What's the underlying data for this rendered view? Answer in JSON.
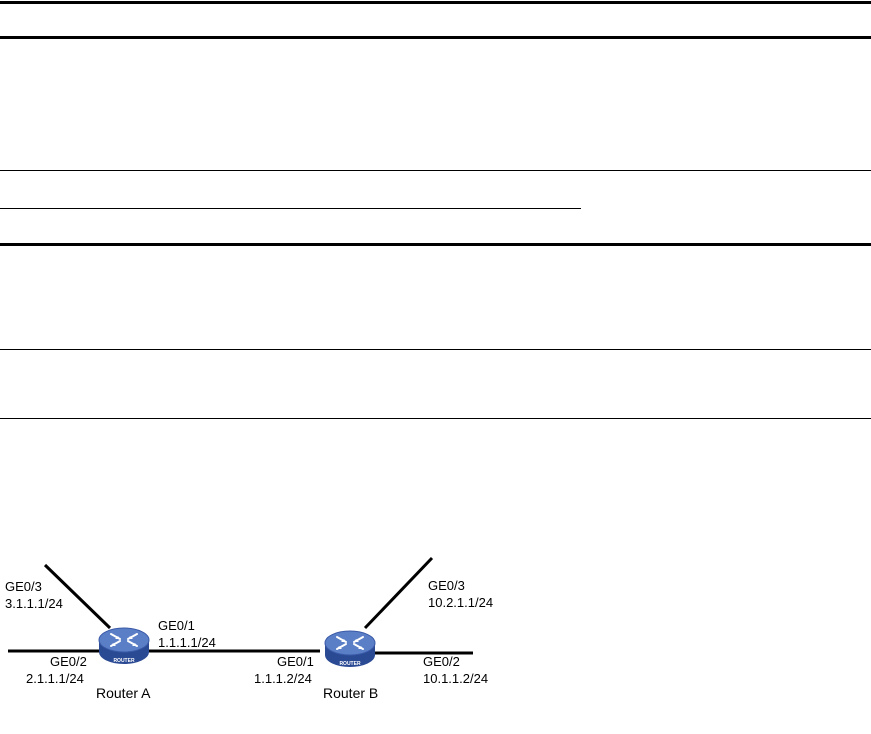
{
  "routers": [
    {
      "name": "Router A",
      "logo_text": "ROUTER",
      "interfaces": [
        {
          "port": "GE0/3",
          "ip": "3.1.1.1/24"
        },
        {
          "port": "GE0/1",
          "ip": "1.1.1.1/24"
        },
        {
          "port": "GE0/2",
          "ip": "2.1.1.1/24"
        }
      ]
    },
    {
      "name": "Router B",
      "logo_text": "ROUTER",
      "interfaces": [
        {
          "port": "GE0/3",
          "ip": "10.2.1.1/24"
        },
        {
          "port": "GE0/1",
          "ip": "1.1.1.2/24"
        },
        {
          "port": "GE0/2",
          "ip": "10.1.1.2/24"
        }
      ]
    }
  ],
  "colors": {
    "router_top": "#5b7fc6",
    "router_side": "#2b4a94",
    "line": "#000000"
  }
}
